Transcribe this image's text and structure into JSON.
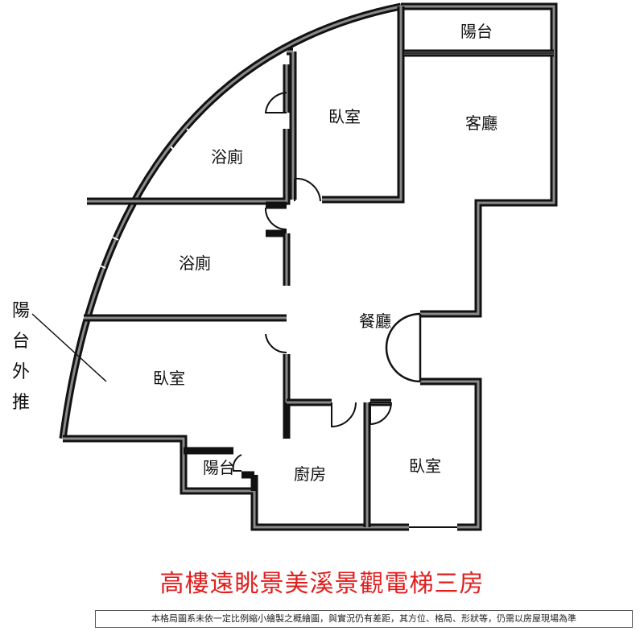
{
  "rooms": {
    "balcony_top": "陽台",
    "bedroom_top": "臥室",
    "living_room": "客廳",
    "bathroom_1": "浴廁",
    "bathroom_2": "浴廁",
    "dining_room": "餐廳",
    "bedroom_left": "臥室",
    "balcony_small": "陽台",
    "kitchen": "廚房",
    "bedroom_bottom": "臥室"
  },
  "side_note": [
    "陽",
    "台",
    "外",
    "推"
  ],
  "title": "高樓遠眺景美溪景觀電梯三房",
  "disclaimer": "本格局圖系未依一定比例縮小繪製之概繪圖，與實況仍有差距，其方位、格局、形狀等，仍需以房屋現場為準",
  "colors": {
    "wall_outer": "#111111",
    "wall_inner": "#8a8a8a",
    "title": "#e11d1d"
  }
}
